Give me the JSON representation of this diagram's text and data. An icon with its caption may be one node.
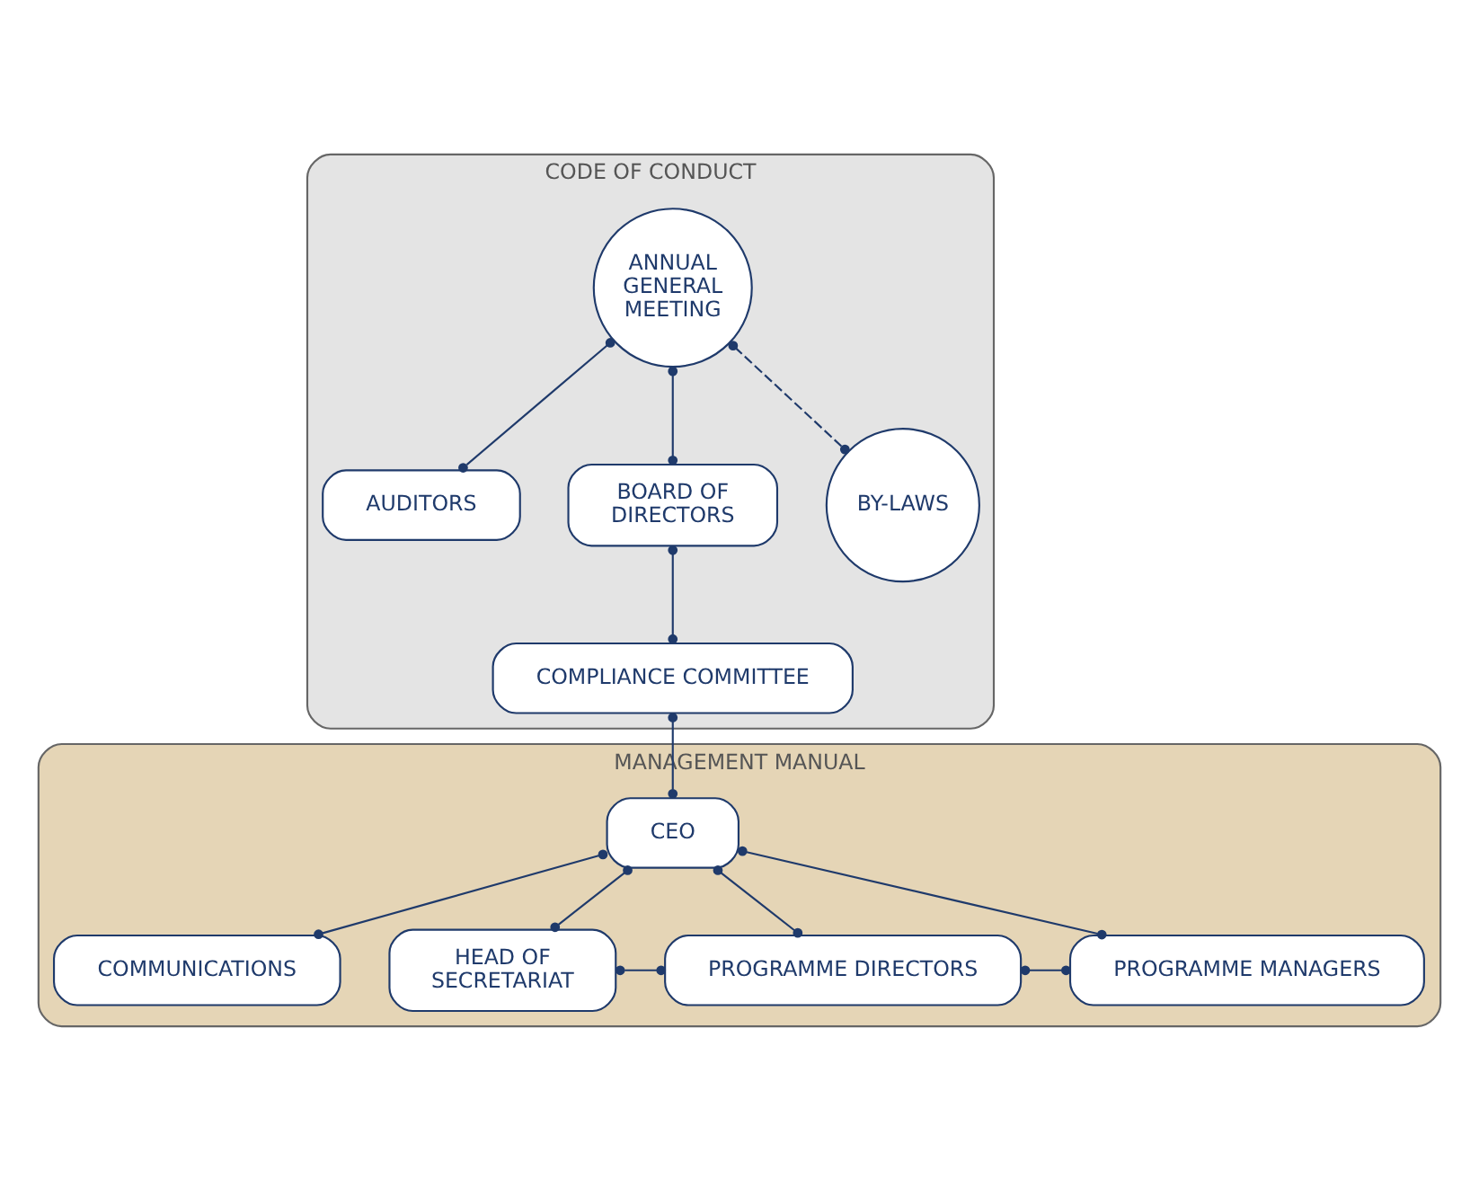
{
  "diagram": {
    "nodes": [
      {
        "text": [
          "CODE OF CONDUCT"
        ]
      },
      {
        "text": [
          "ANNUAL GENERAL MEETING"
        ],
        "in": 0
      },
      {
        "text": [
          "BY-LAWS"
        ],
        "in": 0
      },
      {
        "text": [
          "AUDITORS"
        ],
        "in": 0
      },
      {
        "text": [
          "BOARD OF DIRECTORS"
        ],
        "in": 0
      },
      {
        "text": [
          "COMPLIANCE COMMITTEE"
        ],
        "in": 0
      },
      {
        "text": [
          "MANAGEMENT MANUAL"
        ]
      },
      {
        "text": [
          "CEO"
        ],
        "in": 6
      },
      {
        "text": [
          "COMMUNICATIONS"
        ],
        "in": 6
      },
      {
        "text": [
          "HEAD OF SECRETARIAT"
        ],
        "in": 6
      },
      {
        "text": [
          "PROGRAMME DIRECTORS"
        ],
        "in": 6
      },
      {
        "text": [
          "PROGRAMME MANAGERS"
        ],
        "in": 6
      }
    ],
    "edges": [
      {
        "from": 1,
        "to": 4,
        "arrow": "other"
      },
      {
        "from": 1,
        "to": 3,
        "arrow": "other"
      },
      {
        "from": 2,
        "to": 1,
        "arrow": "other",
        "style": "dashed"
      },
      {
        "from": 4,
        "to": 5,
        "arrow": "other"
      },
      {
        "from": 5,
        "to": 7,
        "arrow": "other"
      },
      {
        "from": 7,
        "to": 8,
        "arrow": "other"
      },
      {
        "from": 7,
        "to": 9,
        "arrow": "other"
      },
      {
        "from": 7,
        "to": 10,
        "arrow": "other"
      },
      {
        "from": 7,
        "to": 11,
        "arrow": "other"
      },
      {
        "from": 9,
        "to": 10,
        "arrow": "other"
      },
      {
        "from": 10,
        "to": 11,
        "arrow": "other"
      }
    ]
  }
}
